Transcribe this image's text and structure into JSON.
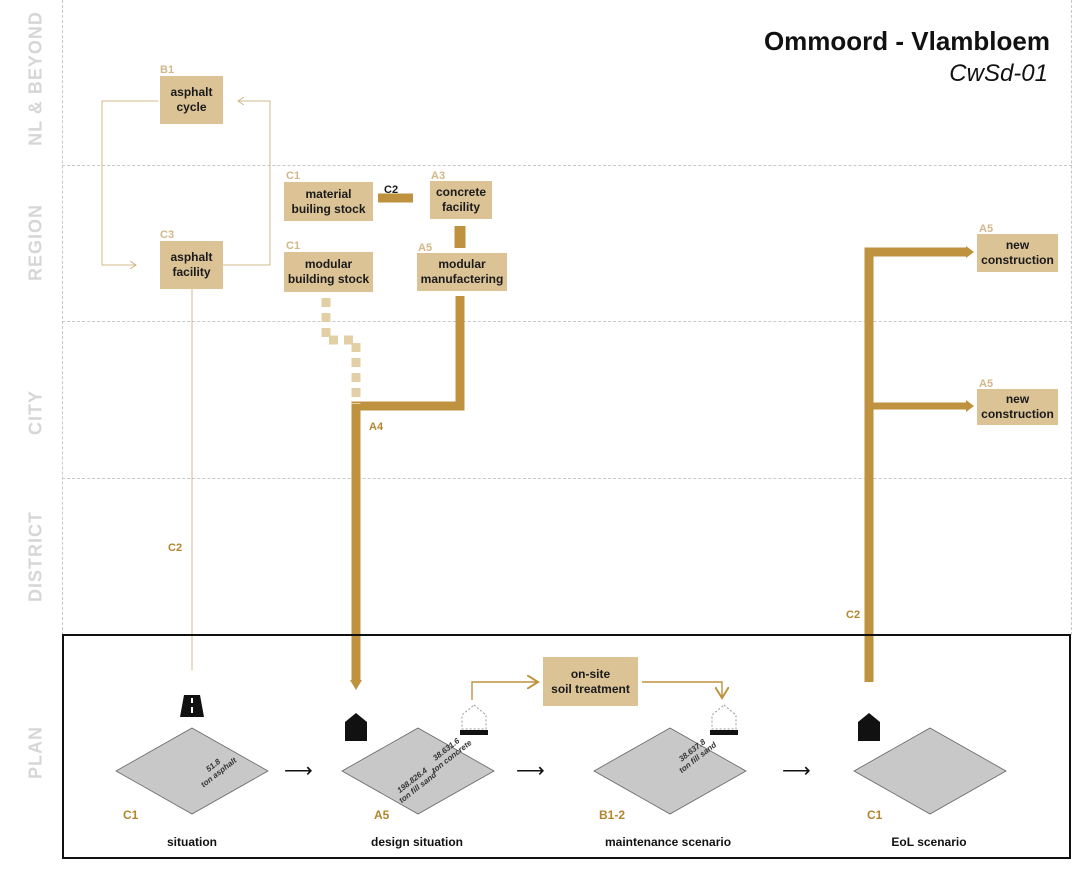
{
  "header": {
    "title": "Ommoord - Vlambloem",
    "subtitle": "CwSd-01"
  },
  "bands": [
    "NL & BEYOND",
    "REGION",
    "CITY",
    "DISTRICT",
    "PLAN"
  ],
  "boxes": {
    "asphalt_cycle": {
      "code": "B1",
      "label": "asphalt\ncycle"
    },
    "asphalt_facility": {
      "code": "C3",
      "label": "asphalt\nfacility"
    },
    "material_stock": {
      "code": "C1",
      "label": "material\nbuiling stock"
    },
    "concrete_facility": {
      "code": "A3",
      "label": "concrete\nfacility"
    },
    "modular_stock": {
      "code": "C1",
      "label": "modular\nbuilding stock"
    },
    "modular_manuf": {
      "code": "A5",
      "label": "modular\nmanufactering"
    },
    "new_construction_1": {
      "code": "A5",
      "label": "new\nconstruction"
    },
    "new_construction_2": {
      "code": "A5",
      "label": "new\nconstruction"
    },
    "soil_treatment": {
      "label": "on-site\nsoil treatment"
    }
  },
  "flow_labels": {
    "c2_link": "C2",
    "a4": "A4",
    "c2_asphalt": "C2",
    "c2_eol": "C2"
  },
  "scenarios": [
    {
      "code": "C1",
      "label": "situation",
      "amounts": [
        "51.8",
        "ton asphalt"
      ]
    },
    {
      "code": "A5",
      "label": "design situation",
      "amounts": [
        "38.631.6",
        "ton concrete",
        "198.826.4",
        "ton fill sand"
      ]
    },
    {
      "code": "B1-2",
      "label": "maintenance scenario",
      "amounts": [
        "38.637.8",
        "ton fill sand"
      ]
    },
    {
      "code": "C1",
      "label": "EoL scenario",
      "amounts": []
    }
  ],
  "colors": {
    "flow": "#bf923f",
    "flow_light": "#e3cfa6",
    "box": "#dcc396",
    "tag": "#d2b888",
    "diamond": "#c8c8c8"
  },
  "icons": [
    "road-icon",
    "house-icon",
    "soil-icon",
    "arrow-right-icon"
  ]
}
